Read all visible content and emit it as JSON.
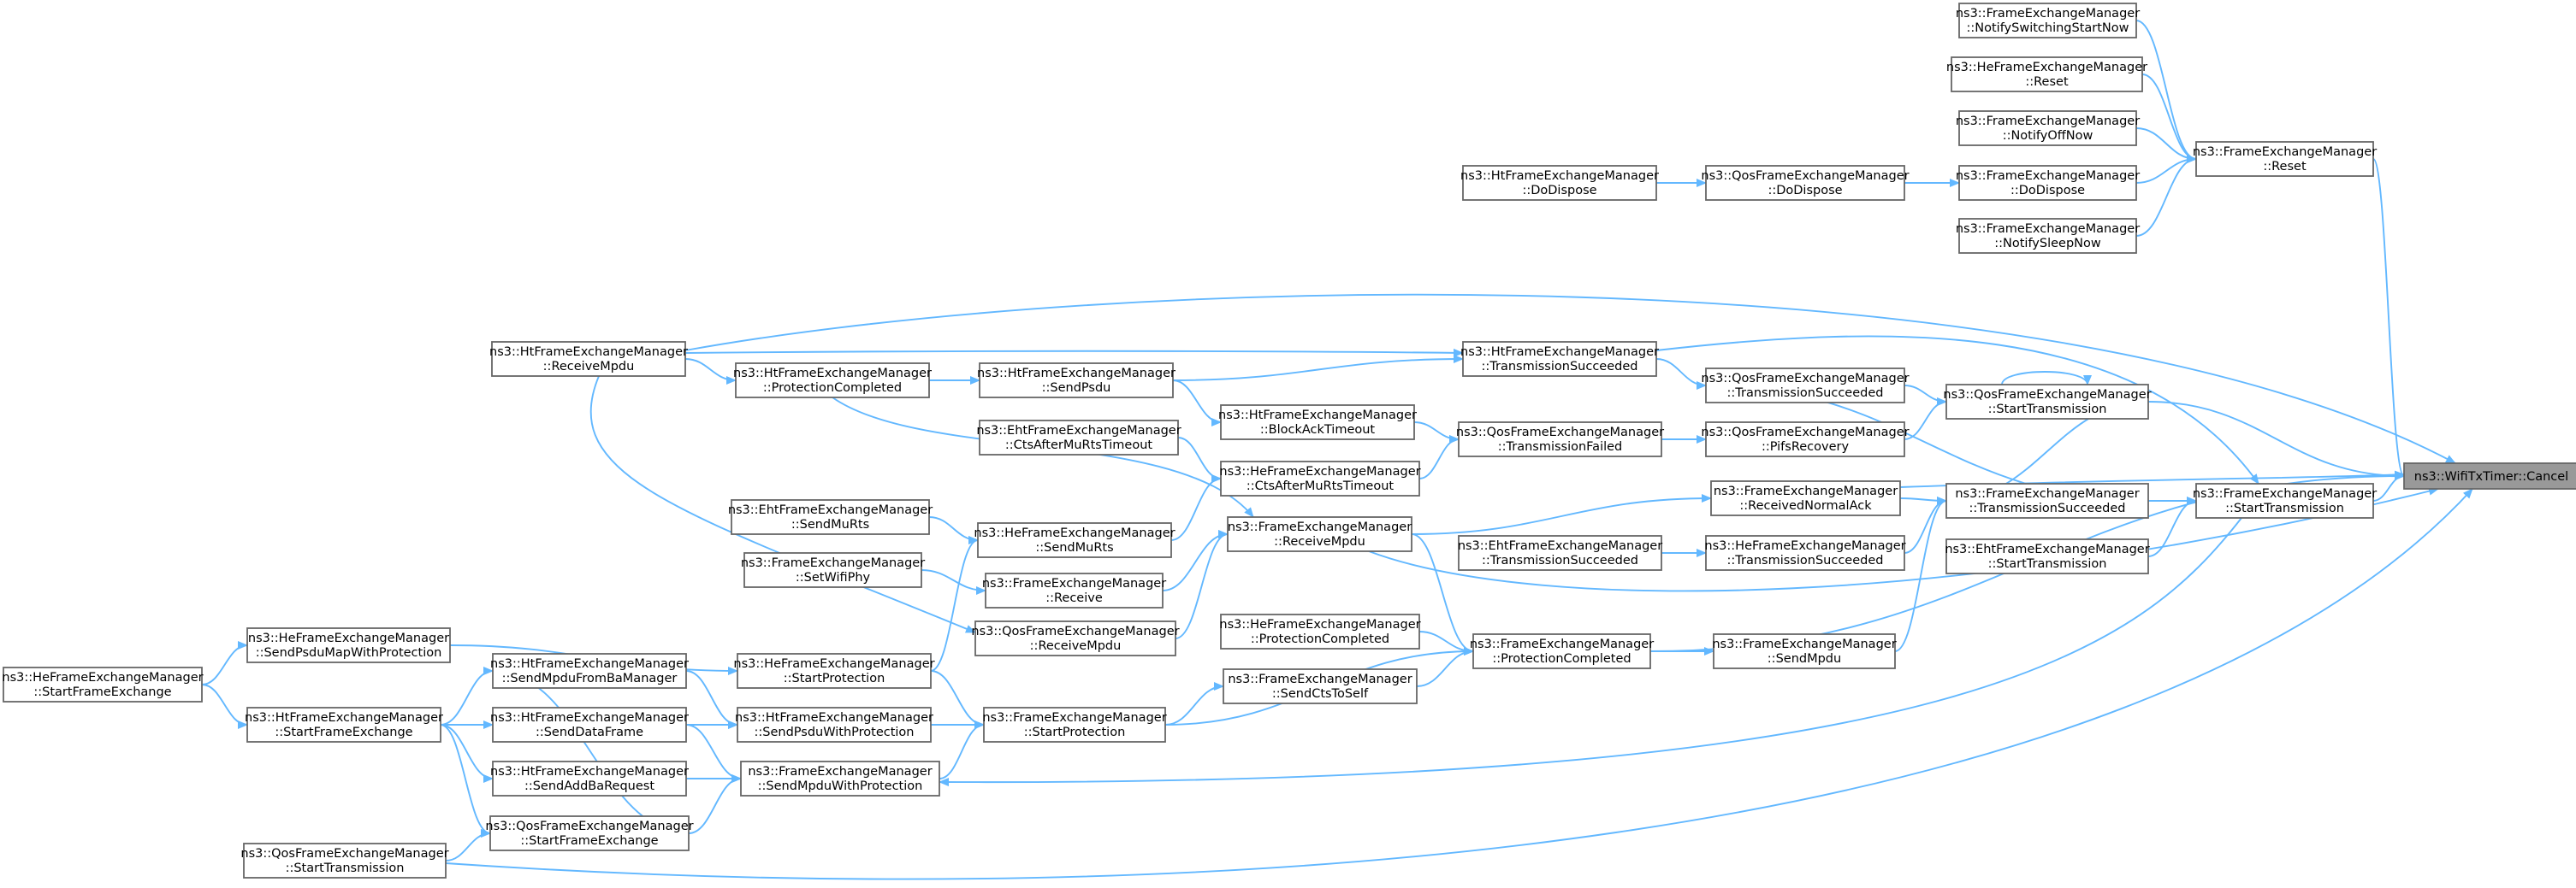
{
  "graph": {
    "root_node": "root",
    "colors": {
      "edge": "#63b8ff",
      "node_border": "#666666",
      "root_fill": "#999999"
    },
    "nodes": [
      {
        "id": "root",
        "lines": [
          "ns3::WifiTxTimer::Cancel"
        ],
        "root": true
      },
      {
        "id": "fem_reset",
        "lines": [
          "ns3::FrameExchangeManager",
          "::Reset"
        ]
      },
      {
        "id": "fem_nssn",
        "lines": [
          "ns3::FrameExchangeManager",
          "::NotifySwitchingStartNow"
        ]
      },
      {
        "id": "hefem_reset",
        "lines": [
          "ns3::HeFrameExchangeManager",
          "::Reset"
        ]
      },
      {
        "id": "fem_noff",
        "lines": [
          "ns3::FrameExchangeManager",
          "::NotifyOffNow"
        ]
      },
      {
        "id": "fem_dodispose",
        "lines": [
          "ns3::FrameExchangeManager",
          "::DoDispose"
        ]
      },
      {
        "id": "fem_nsleep",
        "lines": [
          "ns3::FrameExchangeManager",
          "::NotifySleepNow"
        ]
      },
      {
        "id": "qos_dodispose",
        "lines": [
          "ns3::QosFrameExchangeManager",
          "::DoDispose"
        ]
      },
      {
        "id": "ht_dodispose",
        "lines": [
          "ns3::HtFrameExchangeManager",
          "::DoDispose"
        ]
      },
      {
        "id": "ht_recvmpdu",
        "lines": [
          "ns3::HtFrameExchangeManager",
          "::ReceiveMpdu"
        ]
      },
      {
        "id": "ht_protcomp",
        "lines": [
          "ns3::HtFrameExchangeManager",
          "::ProtectionCompleted"
        ]
      },
      {
        "id": "ht_sendpsdu",
        "lines": [
          "ns3::HtFrameExchangeManager",
          "::SendPsdu"
        ]
      },
      {
        "id": "ht_txsucc",
        "lines": [
          "ns3::HtFrameExchangeManager",
          "::TransmissionSucceeded"
        ]
      },
      {
        "id": "qos_txsucc",
        "lines": [
          "ns3::QosFrameExchangeManager",
          "::TransmissionSucceeded"
        ]
      },
      {
        "id": "qos_starttx",
        "lines": [
          "ns3::QosFrameExchangeManager",
          "::StartTransmission"
        ]
      },
      {
        "id": "ht_bat",
        "lines": [
          "ns3::HtFrameExchangeManager",
          "::BlockAckTimeout"
        ]
      },
      {
        "id": "qos_txfail",
        "lines": [
          "ns3::QosFrameExchangeManager",
          "::TransmissionFailed"
        ]
      },
      {
        "id": "qos_pifs",
        "lines": [
          "ns3::QosFrameExchangeManager",
          "::PifsRecovery"
        ]
      },
      {
        "id": "eht_ctsmurts",
        "lines": [
          "ns3::EhtFrameExchangeManager",
          "::CtsAfterMuRtsTimeout"
        ]
      },
      {
        "id": "he_ctsmurts",
        "lines": [
          "ns3::HeFrameExchangeManager",
          "::CtsAfterMuRtsTimeout"
        ]
      },
      {
        "id": "fem_rna",
        "lines": [
          "ns3::FrameExchangeManager",
          "::ReceivedNormalAck"
        ]
      },
      {
        "id": "fem_txsucc",
        "lines": [
          "ns3::FrameExchangeManager",
          "::TransmissionSucceeded"
        ]
      },
      {
        "id": "fem_starttx",
        "lines": [
          "ns3::FrameExchangeManager",
          "::StartTransmission"
        ]
      },
      {
        "id": "eht_sendmurts",
        "lines": [
          "ns3::EhtFrameExchangeManager",
          "::SendMuRts"
        ]
      },
      {
        "id": "he_sendmurts",
        "lines": [
          "ns3::HeFrameExchangeManager",
          "::SendMuRts"
        ]
      },
      {
        "id": "fem_recvmpdu",
        "lines": [
          "ns3::FrameExchangeManager",
          "::ReceiveMpdu"
        ]
      },
      {
        "id": "eht_txsucc",
        "lines": [
          "ns3::EhtFrameExchangeManager",
          "::TransmissionSucceeded"
        ]
      },
      {
        "id": "he_txsucc",
        "lines": [
          "ns3::HeFrameExchangeManager",
          "::TransmissionSucceeded"
        ]
      },
      {
        "id": "eht_starttx",
        "lines": [
          "ns3::EhtFrameExchangeManager",
          "::StartTransmission"
        ]
      },
      {
        "id": "fem_setwifiphy",
        "lines": [
          "ns3::FrameExchangeManager",
          "::SetWifiPhy"
        ]
      },
      {
        "id": "fem_receive",
        "lines": [
          "ns3::FrameExchangeManager",
          "::Receive"
        ]
      },
      {
        "id": "he_sendpsdumap",
        "lines": [
          "ns3::HeFrameExchangeManager",
          "::SendPsduMapWithProtection"
        ]
      },
      {
        "id": "qos_recvmpdu",
        "lines": [
          "ns3::QosFrameExchangeManager",
          "::ReceiveMpdu"
        ]
      },
      {
        "id": "he_protcomp",
        "lines": [
          "ns3::HeFrameExchangeManager",
          "::ProtectionCompleted"
        ]
      },
      {
        "id": "fem_protcomp",
        "lines": [
          "ns3::FrameExchangeManager",
          "::ProtectionCompleted"
        ]
      },
      {
        "id": "fem_sendmpdu",
        "lines": [
          "ns3::FrameExchangeManager",
          "::SendMpdu"
        ]
      },
      {
        "id": "he_startfe",
        "lines": [
          "ns3::HeFrameExchangeManager",
          "::StartFrameExchange"
        ]
      },
      {
        "id": "ht_sendmpdufromba",
        "lines": [
          "ns3::HtFrameExchangeManager",
          "::SendMpduFromBaManager"
        ]
      },
      {
        "id": "he_startprot",
        "lines": [
          "ns3::HeFrameExchangeManager",
          "::StartProtection"
        ]
      },
      {
        "id": "fem_sendcts",
        "lines": [
          "ns3::FrameExchangeManager",
          "::SendCtsToSelf"
        ]
      },
      {
        "id": "ht_startfe",
        "lines": [
          "ns3::HtFrameExchangeManager",
          "::StartFrameExchange"
        ]
      },
      {
        "id": "ht_senddata",
        "lines": [
          "ns3::HtFrameExchangeManager",
          "::SendDataFrame"
        ]
      },
      {
        "id": "ht_sendpsduprot",
        "lines": [
          "ns3::HtFrameExchangeManager",
          "::SendPsduWithProtection"
        ]
      },
      {
        "id": "fem_startprot",
        "lines": [
          "ns3::FrameExchangeManager",
          "::StartProtection"
        ]
      },
      {
        "id": "ht_sendaddba",
        "lines": [
          "ns3::HtFrameExchangeManager",
          "::SendAddBaRequest"
        ]
      },
      {
        "id": "fem_sendmpduprot",
        "lines": [
          "ns3::FrameExchangeManager",
          "::SendMpduWithProtection"
        ]
      },
      {
        "id": "qos_startfe",
        "lines": [
          "ns3::QosFrameExchangeManager",
          "::StartFrameExchange"
        ]
      },
      {
        "id": "qos_starttx2",
        "lines": [
          "ns3::QosFrameExchangeManager",
          "::StartTransmission"
        ]
      }
    ]
  }
}
